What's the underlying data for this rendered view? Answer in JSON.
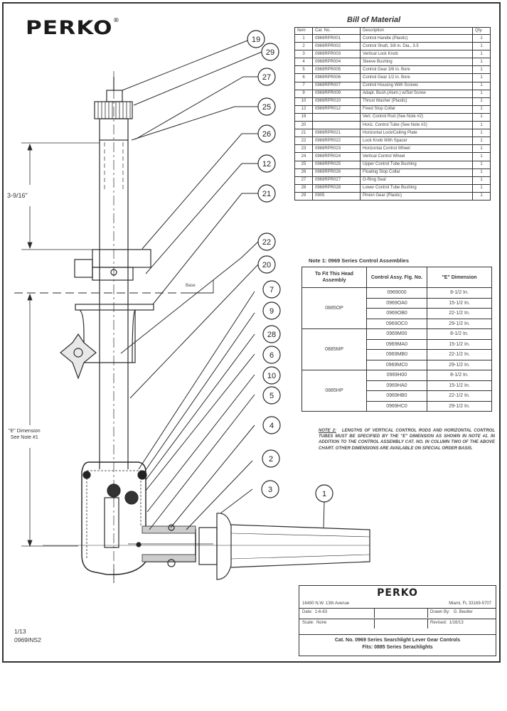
{
  "header": {
    "brand": "PERKO",
    "trademark": "®"
  },
  "bill_of_material": {
    "title": "Bill of Material",
    "columns": [
      "Item",
      "Cat. No.",
      "Description",
      "Qty."
    ],
    "rows": [
      {
        "item": "1",
        "cat_no": "0969RPR001",
        "description": "Control Handle (Plastic)",
        "qty": "1"
      },
      {
        "item": "2",
        "cat_no": "0969RPR002",
        "description": "Control Shaft, 3/8 in. Dia., 3.5",
        "qty": "1"
      },
      {
        "item": "3",
        "cat_no": "0969RPR003",
        "description": "Vertical Lock Knob",
        "qty": "1"
      },
      {
        "item": "4",
        "cat_no": "0969RPR004",
        "description": "Sleeve Bushing",
        "qty": "1"
      },
      {
        "item": "5",
        "cat_no": "0969RPR005",
        "description": "Control Gear 3/8 in. Bore",
        "qty": "1"
      },
      {
        "item": "6",
        "cat_no": "0969RPR006",
        "description": "Control Gear 1/2 in. Bore",
        "qty": "1"
      },
      {
        "item": "7",
        "cat_no": "0969RPR007",
        "description": "Control Housing With Screws",
        "qty": "1"
      },
      {
        "item": "9",
        "cat_no": "0969RPR009",
        "description": "Adapt. Bush.(Alum.) w/Set Screw",
        "qty": "1"
      },
      {
        "item": "10",
        "cat_no": "0969RPR010",
        "description": "Thrust Washer (Plastic)",
        "qty": "1"
      },
      {
        "item": "12",
        "cat_no": "0969RPR012",
        "description": "Fixed Stop Collar",
        "qty": "1"
      },
      {
        "item": "19",
        "cat_no": "",
        "description": "Vert. Control Rod (See Note #2)",
        "qty": "1"
      },
      {
        "item": "20",
        "cat_no": "",
        "description": "Horiz. Control Tube (See Note #2)",
        "qty": "1"
      },
      {
        "item": "21",
        "cat_no": "0969RPR021",
        "description": "Horizontal Lock/Ceiling Plate",
        "qty": "1"
      },
      {
        "item": "22",
        "cat_no": "0969RPR022",
        "description": "Lock Knob With Spacer",
        "qty": "1"
      },
      {
        "item": "23",
        "cat_no": "0969RPR023",
        "description": "Horizontal Control Wheel",
        "qty": "1"
      },
      {
        "item": "24",
        "cat_no": "0969RPR024",
        "description": "Vertical Control Wheel",
        "qty": "1"
      },
      {
        "item": "25",
        "cat_no": "0969RPR025",
        "description": "Upper Control Tube Bushing",
        "qty": "1"
      },
      {
        "item": "26",
        "cat_no": "0969RPR026",
        "description": "Floating Stop Collar",
        "qty": "1"
      },
      {
        "item": "27",
        "cat_no": "0969RPR027",
        "description": "O-Ring Seal",
        "qty": "1"
      },
      {
        "item": "28",
        "cat_no": "0969RPR028",
        "description": "Lower Control Tube Bushing",
        "qty": "1"
      },
      {
        "item": "29",
        "cat_no": "0905",
        "description": "Pinion Gear (Plastic)",
        "qty": "1"
      }
    ]
  },
  "note1": {
    "title": "Note 1:  0969 Series Control Assemblies",
    "columns": [
      "To Fit This Head Assembly",
      "Control Assy. Fig. No.",
      "\"E\" Dimension"
    ],
    "groups": [
      {
        "head": "0885OP",
        "rows": [
          {
            "fig": "0969000",
            "dim": "8-1/2 In."
          },
          {
            "fig": "0969OA0",
            "dim": "15-1/2 In."
          },
          {
            "fig": "0969OB0",
            "dim": "22-1/2 In."
          },
          {
            "fig": "0969OC0",
            "dim": "29-1/2 In."
          }
        ]
      },
      {
        "head": "0885MP",
        "rows": [
          {
            "fig": "0969M00",
            "dim": "8-1/2 In."
          },
          {
            "fig": "0969MA0",
            "dim": "15-1/2 In."
          },
          {
            "fig": "0969MB0",
            "dim": "22-1/2 In."
          },
          {
            "fig": "0969MC0",
            "dim": "29-1/2 In."
          }
        ]
      },
      {
        "head": "0885HP",
        "rows": [
          {
            "fig": "0969H00",
            "dim": "8-1/2 In."
          },
          {
            "fig": "0969HA0",
            "dim": "15-1/2 In."
          },
          {
            "fig": "0969HB0",
            "dim": "22-1/2 In."
          },
          {
            "fig": "0969HC0",
            "dim": "29-1/2 In."
          }
        ]
      }
    ]
  },
  "note2": {
    "label": "NOTE 2:",
    "text": "LENGTHS OF VERTICAL CONTROL RODS AND HORIZONTAL CONTROL TUBES MUST BE SPECIFIED BY THE \"E\" DIMENSION AS SHOWN IN NOTE #1. IN ADDITION TO THE CONTROL ASSEMBLY CAT. NO. IN COLUMN TWO OF THE ABOVE CHART. OTHER DIMENSIONS ARE AVAILABLE ON SPECIAL ORDER BASIS."
  },
  "drawing": {
    "dimension_top": "3-9/16\"",
    "dimension_e_line1": "\"E\" Dimension",
    "dimension_e_line2": "See Note #1",
    "base_label": "Base",
    "balloons": [
      "19",
      "29",
      "27",
      "25",
      "26",
      "12",
      "21",
      "22",
      "20",
      "7",
      "9",
      "28",
      "6",
      "10",
      "5",
      "4",
      "2",
      "3",
      "1"
    ]
  },
  "title_block": {
    "brand": "PERKO",
    "address": "16490 N.W. 13th Avenue",
    "city": "Miami, FL 33169-5707",
    "date_label": "Date:",
    "date": "1-6-83",
    "scale_label": "Scale:",
    "scale": "None",
    "drawn_by_label": "Drawn By:",
    "drawn_by": "G. Beutler",
    "revised_label": "Revised:",
    "revised": "1/16/13",
    "title_line1": "Cat. No. 0969 Series Searchlight Lever Gear Controls",
    "title_line2": "Fits: 0885 Series Serachlights"
  },
  "footer": {
    "revision": "1/13",
    "doc_no": "0969INS2"
  }
}
